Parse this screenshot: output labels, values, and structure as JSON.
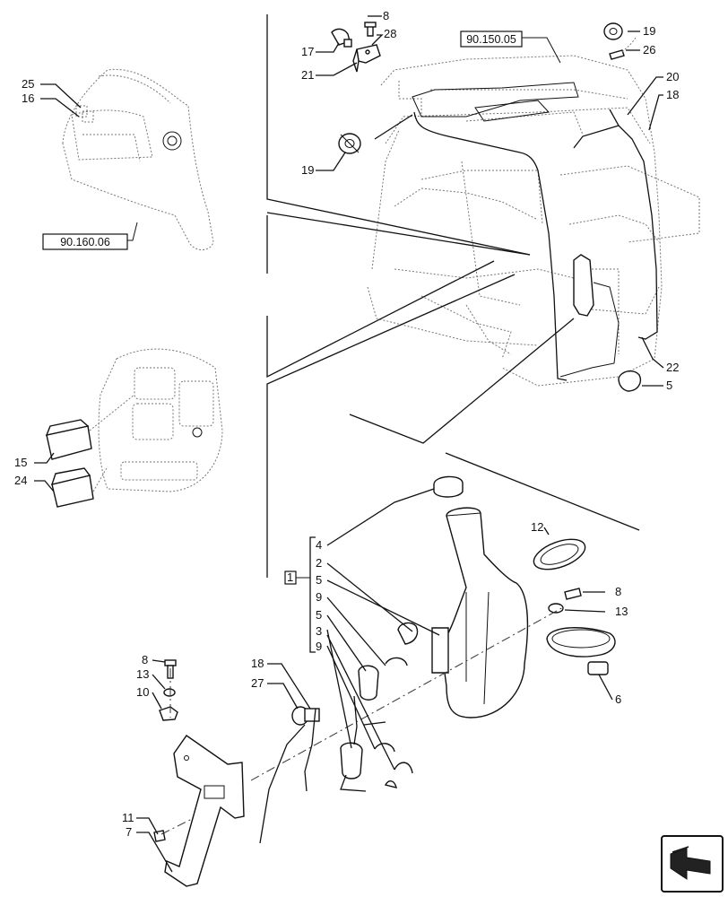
{
  "references": {
    "cab_frame": "90.150.05",
    "console": "90.160.06"
  },
  "callouts": {
    "c8a": "8",
    "c17": "17",
    "c28": "28",
    "c21": "21",
    "c19a": "19",
    "c26": "26",
    "c20": "20",
    "c18a": "18",
    "c19b": "19",
    "c25": "25",
    "c16": "16",
    "c22": "22",
    "c5a": "5",
    "c15": "15",
    "c24": "24",
    "c12": "12",
    "c8b": "8",
    "c13a": "13",
    "c6": "6",
    "c8c": "8",
    "c13b": "13",
    "c10": "10",
    "c18b": "18",
    "c27": "27",
    "c11": "11",
    "c7": "7"
  },
  "kit": {
    "box_label": "1",
    "items": [
      "4",
      "2",
      "5",
      "9",
      "5",
      "3",
      "9"
    ]
  },
  "nav": {
    "icon": "next-page-arrow-icon"
  }
}
